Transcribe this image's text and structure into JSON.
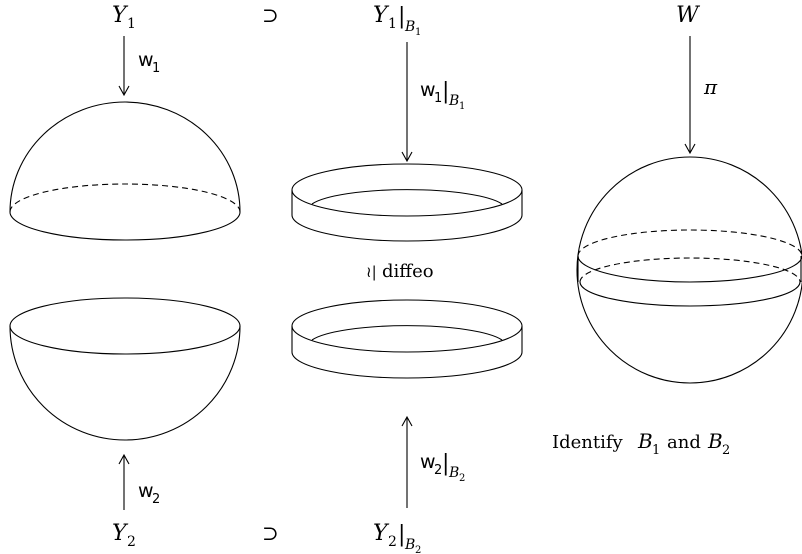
{
  "labels": {
    "Y1": "Y",
    "Y1_sub": "1",
    "Y2": "Y",
    "Y2_sub": "2",
    "W": "W",
    "supset_top": "⊃",
    "supset_bottom": "⊃",
    "Y1_B1": {
      "base": "Y",
      "sub": "1",
      "bar": "|",
      "restrict": "B",
      "restrict_sub": "1"
    },
    "Y2_B2": {
      "base": "Y",
      "sub": "2",
      "bar": "|",
      "restrict": "B",
      "restrict_sub": "2"
    },
    "w1": {
      "base": "w",
      "sub": "1"
    },
    "w2": {
      "base": "w",
      "sub": "2"
    },
    "w1_B1": {
      "base": "w",
      "sub": "1",
      "bar": "|",
      "restrict": "B",
      "restrict_sub": "1"
    },
    "w2_B2": {
      "base": "w",
      "sub": "2",
      "bar": "|",
      "restrict": "B",
      "restrict_sub": "2"
    },
    "pi": "π",
    "diffeo_symbol": "≀|",
    "diffeo": "diffeo",
    "identify_text": "Identify",
    "identify_B1": "B",
    "identify_B1_sub": "1",
    "identify_and": "and",
    "identify_B2": "B",
    "identify_B2_sub": "2"
  }
}
